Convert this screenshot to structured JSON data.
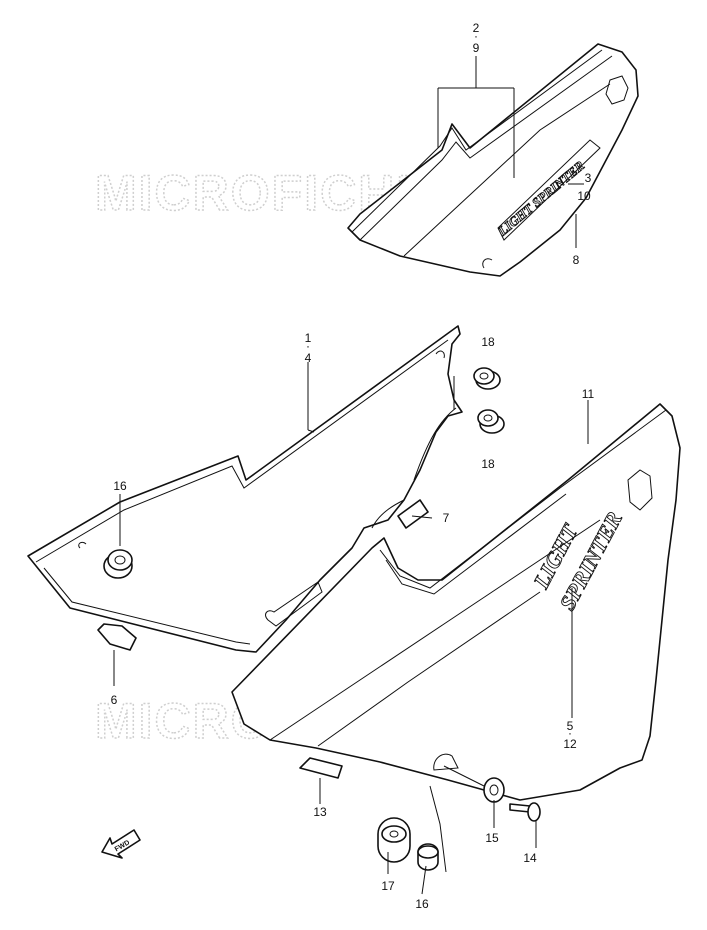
{
  "watermark": "MICROFICHES.NET",
  "decal_text": {
    "line1": "LIGHT",
    "line2": "SPRINTER",
    "inline": "LIGHT SPRINTER"
  },
  "fwd_label": "FWD",
  "callouts": {
    "c2": "2",
    "c9": "9",
    "c3": "3",
    "c10": "10",
    "c8": "8",
    "c1": "1",
    "c4": "4",
    "c18a": "18",
    "c18b": "18",
    "c11": "11",
    "c16a": "16",
    "c7": "7",
    "c6": "6",
    "c5": "5",
    "c12": "12",
    "c13": "13",
    "c15": "15",
    "c14": "14",
    "c17": "17",
    "c16b": "16"
  }
}
